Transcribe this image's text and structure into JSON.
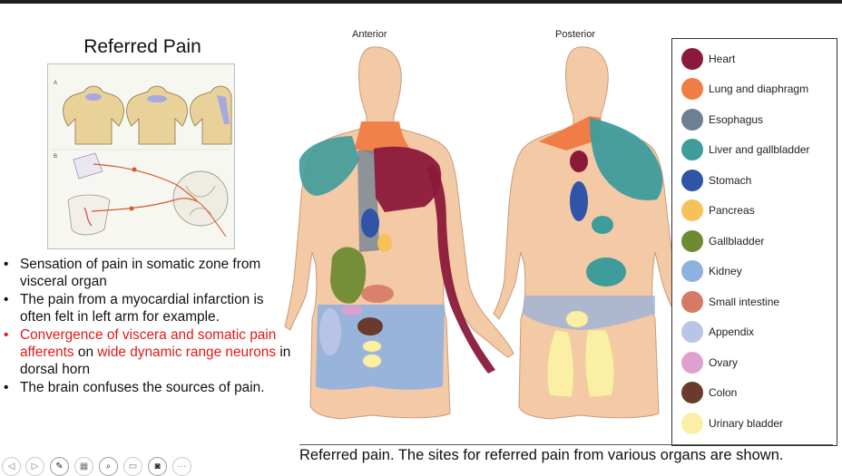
{
  "slide": {
    "title": "Referred Pain",
    "bullets": [
      {
        "text": "Sensation of pain in somatic zone from visceral organ",
        "segments": [
          {
            "t": "Sensation of pain in somatic zone from visceral organ",
            "red": false
          }
        ]
      },
      {
        "text": "The pain from a myocardial infarction is often felt in left arm for example.",
        "segments": [
          {
            "t": "The pain from a myocardial infarction is often felt in left arm for example.",
            "red": false
          }
        ]
      },
      {
        "text": "Convergence of viscera and somatic pain afferents on wide dynamic range neurons in dorsal horn",
        "segments": [
          {
            "t": "Convergence of viscera and somatic pain afferents",
            "red": true
          },
          {
            "t": " on ",
            "red": false
          },
          {
            "t": "wide dynamic range neurons",
            "red": true
          },
          {
            "t": " in dorsal horn",
            "red": false
          }
        ]
      },
      {
        "text": "The brain confuses the sources of pain.",
        "segments": [
          {
            "t": "The brain confuses the sources of pain.",
            "red": false
          }
        ]
      }
    ]
  },
  "bullet_char": "•",
  "figure": {
    "anterior_label": "Anterior",
    "posterior_label": "Posterior",
    "caption": "Referred pain. The sites for referred pain from various organs are shown.",
    "inset_labels": {
      "a": "A",
      "b": "B"
    }
  },
  "legend": [
    {
      "label": "Heart",
      "color": "#8b1a3a"
    },
    {
      "label": "Lung and diaphragm",
      "color": "#ef7d45"
    },
    {
      "label": "Esophagus",
      "color": "#6e7f93"
    },
    {
      "label": "Liver and gallbladder",
      "color": "#3e9c9b"
    },
    {
      "label": "Stomach",
      "color": "#2f54a8"
    },
    {
      "label": "Pancreas",
      "color": "#f7c15a"
    },
    {
      "label": "Gallbladder",
      "color": "#6f8b32"
    },
    {
      "label": "Kidney",
      "color": "#8fb1e0"
    },
    {
      "label": "Small intestine",
      "color": "#d57a66"
    },
    {
      "label": "Appendix",
      "color": "#b9c5e6"
    },
    {
      "label": "Ovary",
      "color": "#dea0cf"
    },
    {
      "label": "Colon",
      "color": "#6a3a2d"
    },
    {
      "label": "Urinary bladder",
      "color": "#fbefa6"
    }
  ],
  "controls": [
    {
      "name": "prev-icon",
      "glyph": "◁"
    },
    {
      "name": "next-icon",
      "glyph": "▷"
    },
    {
      "name": "pen-icon",
      "glyph": "✎"
    },
    {
      "name": "slides-icon",
      "glyph": "▦"
    },
    {
      "name": "zoom-icon",
      "glyph": "⌕"
    },
    {
      "name": "subtitles-icon",
      "glyph": "▭"
    },
    {
      "name": "camera-icon",
      "glyph": "◙"
    },
    {
      "name": "more-icon",
      "glyph": "···"
    }
  ]
}
